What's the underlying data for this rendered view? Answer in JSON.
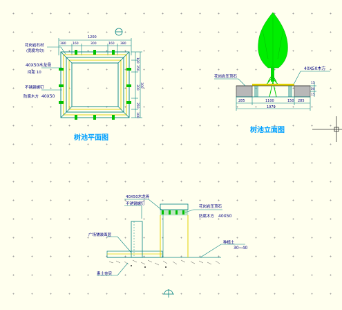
{
  "plan_view": {
    "title": "树池平面图",
    "dim_total": "1200",
    "dim_segments": [
      "380",
      "160",
      "300",
      "160",
      "380"
    ],
    "right_dims": [
      "100",
      "350",
      "300",
      "300",
      "350",
      "100"
    ],
    "label_top": "花岗岩石材",
    "label_top_sub": "(宽度均匀)",
    "label_mid": "40X50木龙骨",
    "label_mid_sub": "间距 10",
    "label_low": "不锈钢螺钉",
    "label_low_sub": "防腐木方",
    "label_low_dim": "40X50"
  },
  "elevation_view": {
    "title": "树池立面图",
    "label_left": "花岗岩压顶石",
    "label_right": "40X50木方",
    "dims_bottom": [
      "285",
      "1100",
      "150",
      "285"
    ],
    "dim_total": "1970",
    "dims_right": [
      "15",
      "20",
      "15"
    ]
  },
  "section_view": {
    "label_top": "40X50木龙骨",
    "label_top2": "不锈钢螺钉",
    "label_right1": "花岗岩压顶石",
    "label_right2": "防腐木方",
    "label_right2_dim": "40X50",
    "label_left1": "广场铺装面层",
    "label_left2": "素土夯实",
    "label_right3": "种植土",
    "label_right3_dim": "30~40"
  },
  "colors": {
    "background": "#ffffee",
    "line": "#008080",
    "text": "#000080",
    "title": "#00a0ff",
    "tree": "#00e000",
    "yellow": "#e0d000"
  }
}
